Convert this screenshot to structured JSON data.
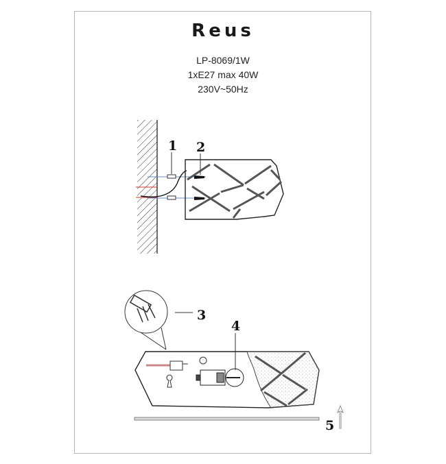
{
  "title": "Reus",
  "specs": {
    "model": "LP-8069/1W",
    "bulb": "1xE27 max 40W",
    "voltage": "230V~50Hz"
  },
  "callouts": [
    "1",
    "2",
    "3",
    "4",
    "5"
  ]
}
